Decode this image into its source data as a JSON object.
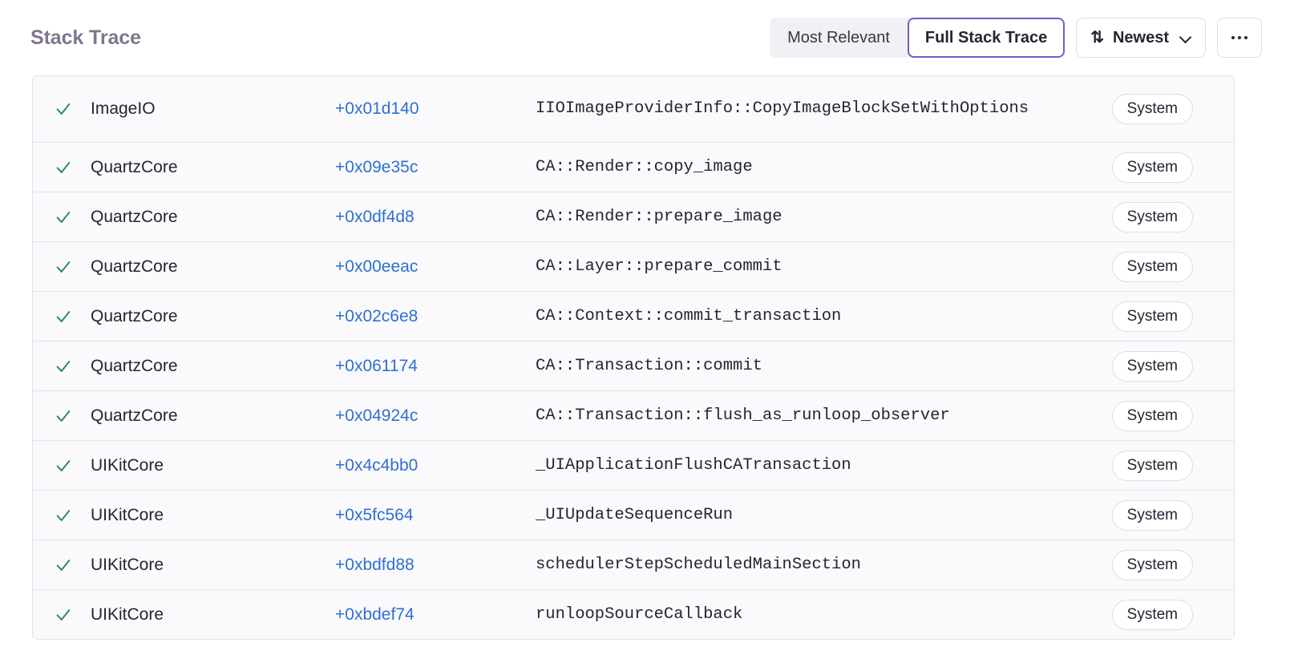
{
  "header": {
    "title": "Stack Trace",
    "segmented": {
      "options": [
        {
          "label": "Most Relevant",
          "active": false
        },
        {
          "label": "Full Stack Trace",
          "active": true
        }
      ]
    },
    "sort": {
      "icon": "sort-icon",
      "label": "Newest",
      "chevron": "chevron-down-icon"
    },
    "more": {
      "icon": "ellipsis-icon"
    }
  },
  "colors": {
    "accent_purple": "#6c5fc7",
    "link_blue": "#2f6fd4",
    "check_green": "#2f8a6a",
    "title_gray": "#80768e",
    "row_bg": "#faf9fb",
    "border": "#e6e3ea"
  },
  "frames": [
    {
      "checked": true,
      "check_icon": "checkmark-icon",
      "module": "ImageIO",
      "offset": "+0x01d140",
      "symbol": "IIOImageProviderInfo::CopyImageBlockSetWithOptions",
      "badge": "System"
    },
    {
      "checked": true,
      "check_icon": "checkmark-icon",
      "module": "QuartzCore",
      "offset": "+0x09e35c",
      "symbol": "CA::Render::copy_image",
      "badge": "System"
    },
    {
      "checked": true,
      "check_icon": "checkmark-icon",
      "module": "QuartzCore",
      "offset": "+0x0df4d8",
      "symbol": "CA::Render::prepare_image",
      "badge": "System"
    },
    {
      "checked": true,
      "check_icon": "checkmark-icon",
      "module": "QuartzCore",
      "offset": "+0x00eeac",
      "symbol": "CA::Layer::prepare_commit",
      "badge": "System"
    },
    {
      "checked": true,
      "check_icon": "checkmark-icon",
      "module": "QuartzCore",
      "offset": "+0x02c6e8",
      "symbol": "CA::Context::commit_transaction",
      "badge": "System"
    },
    {
      "checked": true,
      "check_icon": "checkmark-icon",
      "module": "QuartzCore",
      "offset": "+0x061174",
      "symbol": "CA::Transaction::commit",
      "badge": "System"
    },
    {
      "checked": true,
      "check_icon": "checkmark-icon",
      "module": "QuartzCore",
      "offset": "+0x04924c",
      "symbol": "CA::Transaction::flush_as_runloop_observer",
      "badge": "System"
    },
    {
      "checked": true,
      "check_icon": "checkmark-icon",
      "module": "UIKitCore",
      "offset": "+0x4c4bb0",
      "symbol": "_UIApplicationFlushCATransaction",
      "badge": "System"
    },
    {
      "checked": true,
      "check_icon": "checkmark-icon",
      "module": "UIKitCore",
      "offset": "+0x5fc564",
      "symbol": "_UIUpdateSequenceRun",
      "badge": "System"
    },
    {
      "checked": true,
      "check_icon": "checkmark-icon",
      "module": "UIKitCore",
      "offset": "+0xbdfd88",
      "symbol": "schedulerStepScheduledMainSection",
      "badge": "System"
    },
    {
      "checked": true,
      "check_icon": "checkmark-icon",
      "module": "UIKitCore",
      "offset": "+0xbdef74",
      "symbol": "runloopSourceCallback",
      "badge": "System"
    }
  ]
}
